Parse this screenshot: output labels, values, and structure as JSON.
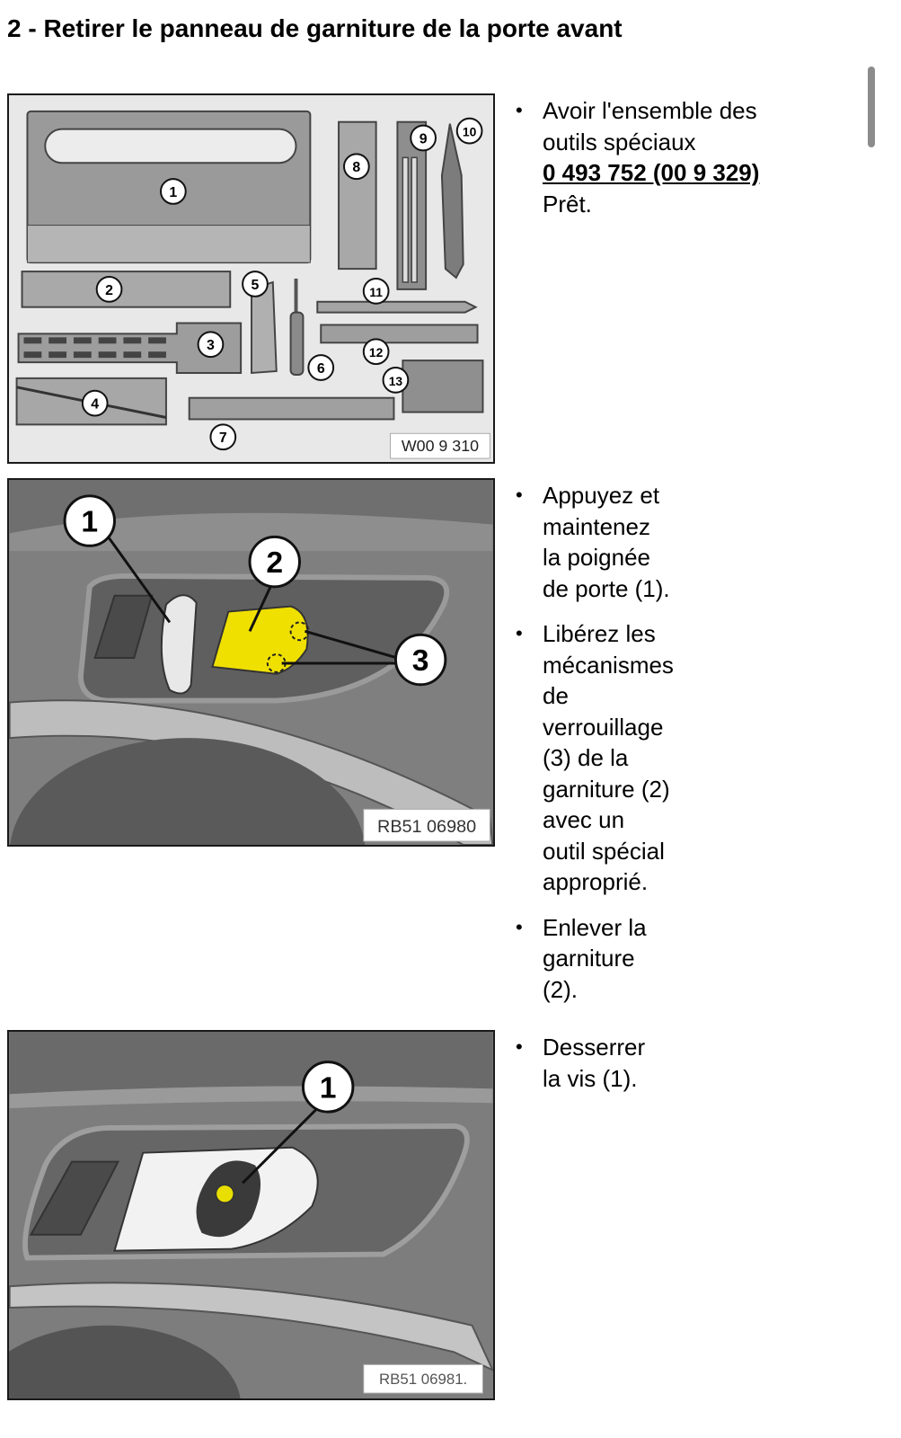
{
  "title": "2 - Retirer le panneau de garniture de la porte avant",
  "figures": {
    "tools": {
      "ref": "W00 9 310",
      "callouts": [
        "1",
        "2",
        "3",
        "4",
        "5",
        "6",
        "7",
        "8",
        "9",
        "10",
        "11",
        "12",
        "13"
      ]
    },
    "clips": {
      "ref": "RB51 06980",
      "callouts": [
        "1",
        "2",
        "3"
      ]
    },
    "screw": {
      "ref": "RB51 06981.",
      "callouts": [
        "1"
      ]
    }
  },
  "steps": {
    "s1": {
      "line1": "Avoir l'ensemble des",
      "line2": "outils spéciaux",
      "code": "0 493 752 (00 9 329)",
      "line3": "Prêt."
    },
    "s2": {
      "lines": [
        "Appuyez et",
        "maintenez",
        "la poignée",
        "de porte (1)."
      ]
    },
    "s3": {
      "lines": [
        "Libérez les",
        "mécanismes",
        "de",
        "verrouillage",
        "(3) de la",
        "garniture (2)",
        "avec un",
        "outil spécial",
        "approprié."
      ]
    },
    "s4": {
      "lines": [
        "Enlever la",
        "garniture",
        "(2)."
      ]
    },
    "s5": {
      "lines": [
        "Desserrer",
        "la vis (1)."
      ]
    }
  },
  "colors": {
    "highlight": "#f0e000",
    "panel": "#7f7f7f"
  }
}
